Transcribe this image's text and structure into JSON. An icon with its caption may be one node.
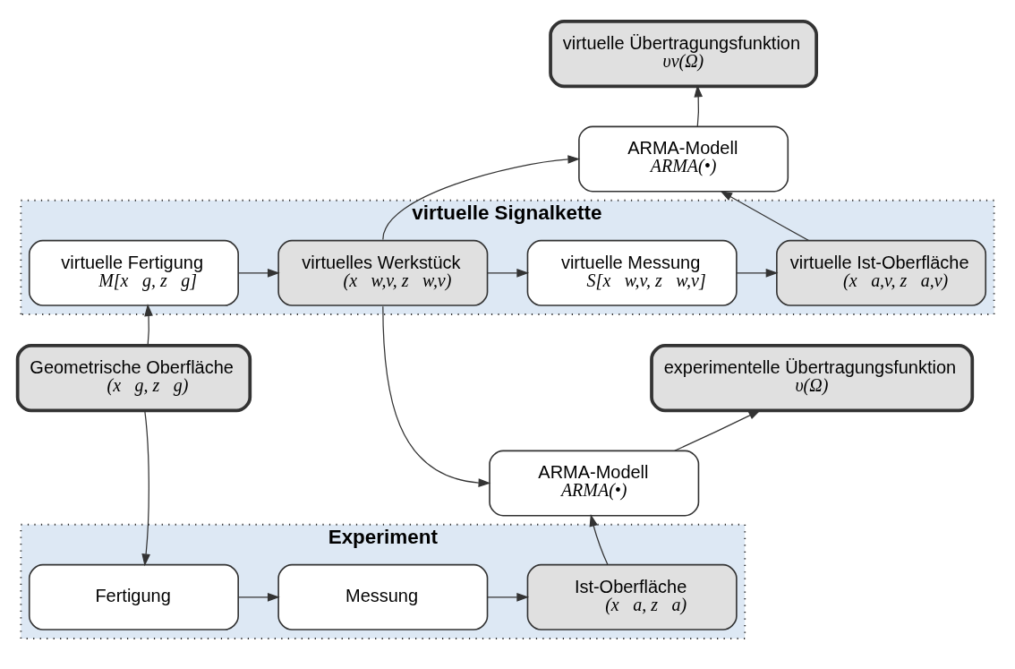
{
  "diagram": {
    "nodes": [
      {
        "text": [
          "virtuelle Übertragungsfunktion",
          "υv(Ω)"
        ]
      },
      {
        "text": [
          "ARMA-Modell",
          "ARMA(•)"
        ]
      },
      {
        "text": [
          "virtuelle Signalkette"
        ]
      },
      {
        "text": [
          "virtuelle Fertigung",
          "M[x⃗g, z⃗g]"
        ],
        "in": 2
      },
      {
        "text": [
          "virtuelles Werkstück",
          "(x⃗w,v, z⃗w,v)"
        ],
        "in": 2
      },
      {
        "text": [
          "virtuelle Messung",
          "S[x⃗w,v, z⃗w,v]"
        ],
        "in": 2
      },
      {
        "text": [
          "virtuelle Ist-Oberfläche",
          "(x⃗a,v, z⃗a,v)"
        ],
        "in": 2
      },
      {
        "text": [
          "experimentelle Übertragungsfunktion",
          "υ(Ω)"
        ]
      },
      {
        "text": [
          "Geometrische Oberfläche",
          "(x⃗g, z⃗g)"
        ]
      },
      {
        "text": [
          "ARMA-Modell",
          "ARMA(•)"
        ]
      },
      {
        "text": [
          "Experiment"
        ]
      },
      {
        "text": [
          "Fertigung"
        ],
        "in": 10
      },
      {
        "text": [
          "Messung"
        ],
        "in": 10
      },
      {
        "text": [
          "Ist-Oberfläche",
          "(x⃗a, z⃗a)"
        ],
        "in": 10
      }
    ],
    "edges": [
      {
        "from": 3,
        "to": 4,
        "arrow": "to"
      },
      {
        "from": 4,
        "to": 5,
        "arrow": "to"
      },
      {
        "from": 5,
        "to": 6,
        "arrow": "to"
      },
      {
        "from": 6,
        "to": 1,
        "arrow": "to"
      },
      {
        "from": 1,
        "to": 0,
        "arrow": "to"
      },
      {
        "from": 4,
        "to": 1,
        "arrow": "to"
      },
      {
        "from": 4,
        "to": 9,
        "arrow": "to"
      },
      {
        "from": 8,
        "to": 3,
        "arrow": "to"
      },
      {
        "from": 8,
        "to": 11,
        "arrow": "to"
      },
      {
        "from": 11,
        "to": 12,
        "arrow": "to"
      },
      {
        "from": 12,
        "to": 13,
        "arrow": "to"
      },
      {
        "from": 13,
        "to": 9,
        "arrow": "to"
      },
      {
        "from": 9,
        "to": 7,
        "arrow": "to"
      }
    ]
  }
}
